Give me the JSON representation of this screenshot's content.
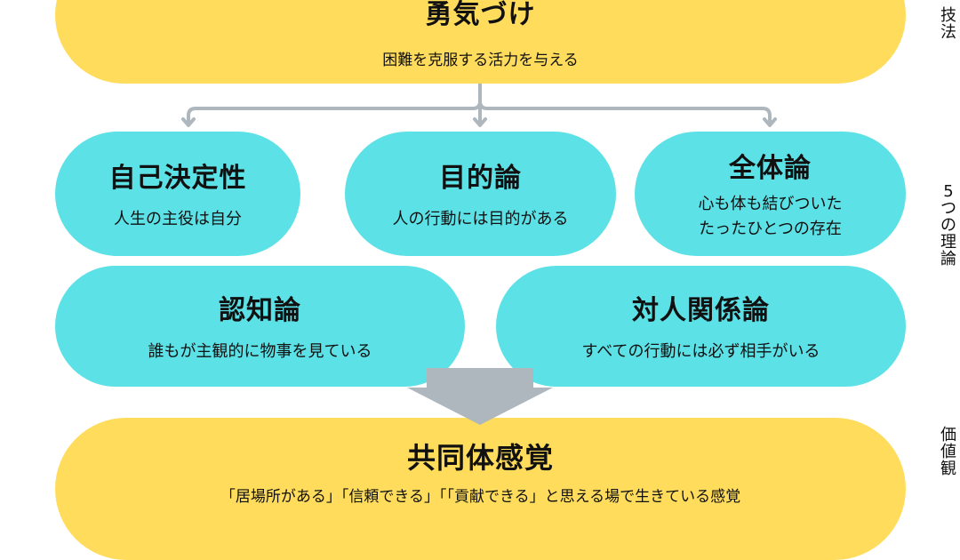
{
  "top": {
    "title": "勇気づけ",
    "desc": "困難を克服する活力を与える"
  },
  "theories": [
    {
      "title": "自己決定性",
      "desc": "人生の主役は自分"
    },
    {
      "title": "目的論",
      "desc": "人の行動には目的がある"
    },
    {
      "title": "全体論",
      "desc_line1": "心も体も結びついた",
      "desc_line2": "たったひとつの存在"
    },
    {
      "title": "認知論",
      "desc": "誰もが主観的に物事を見ている"
    },
    {
      "title": "対人関係論",
      "desc": "すべての行動には必ず相手がいる"
    }
  ],
  "bottom": {
    "title": "共同体感覚",
    "desc": "「居場所がある」「信頼できる」「「貢献できる」と思える場で生きている感覚"
  },
  "side_labels": [
    "技法",
    "5つの理論",
    "価値観"
  ],
  "colors": {
    "yellow": "#FFDC5C",
    "cyan": "#5CE1E6",
    "connector": "#AEB7BD",
    "arrow": "#AEB7BD"
  }
}
